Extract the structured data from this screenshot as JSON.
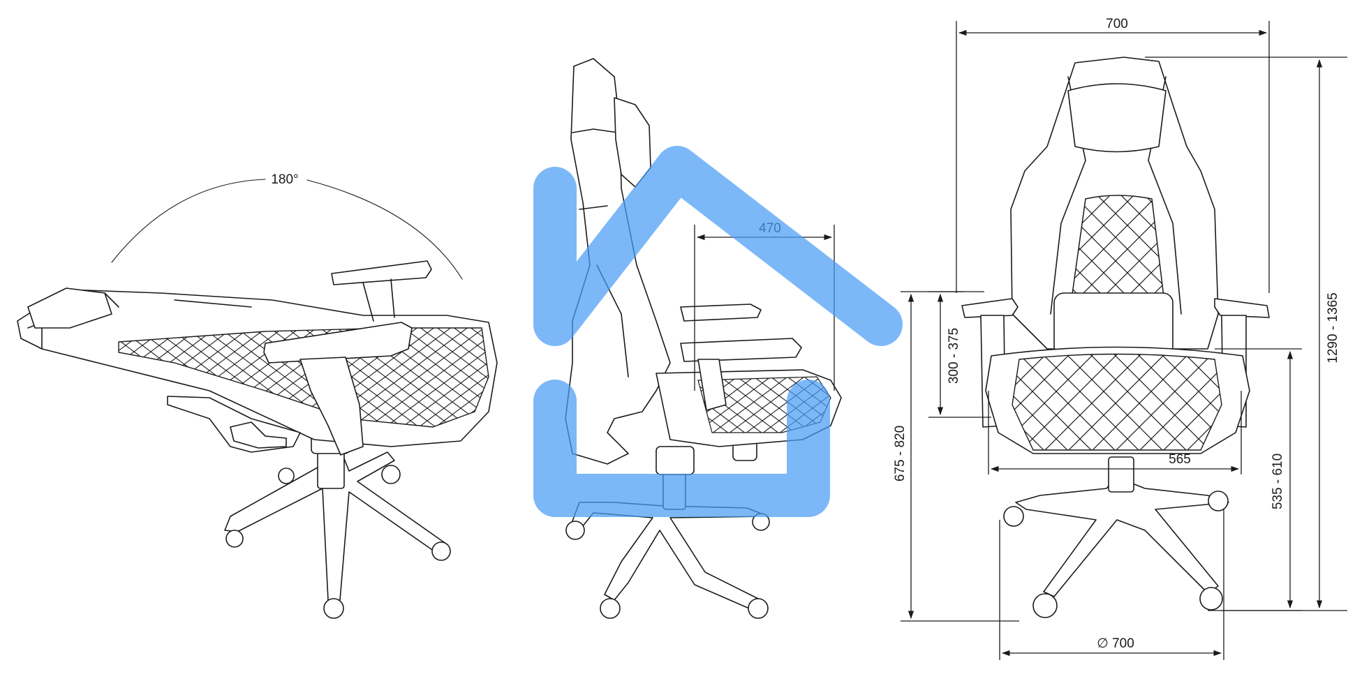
{
  "figure": {
    "recline_angle": "180°",
    "side_depth": "470",
    "front_width": "700",
    "overall_height": "1290 - 1365",
    "lumbar_height": "300 - 375",
    "armrest_height": "675 - 820",
    "seat_width": "565",
    "seat_height": "535 - 610",
    "base_diameter": "∅ 700"
  },
  "watermark": {
    "shape": "house-outline",
    "color": "#4a9cf5"
  }
}
